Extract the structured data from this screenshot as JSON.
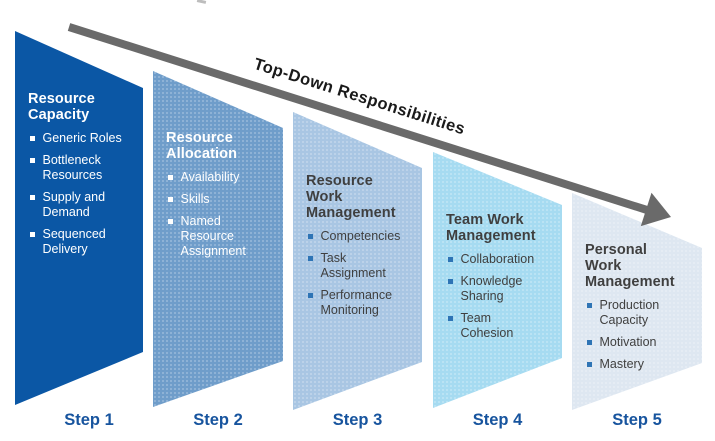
{
  "heading": {
    "text": "Top-Down Responsibilities"
  },
  "ui": {
    "background": "#FFFFFF",
    "arrow_color": "#6A6A6A",
    "heading_color": "#1A1A1A",
    "step_label_color": "#17549E"
  },
  "steps": [
    {
      "label": "Step 1",
      "title": "Resource\nCapacity",
      "bullets": [
        "Generic Roles",
        "Bottleneck\nResources",
        "Supply and\nDemand",
        "Sequenced\nDelivery"
      ],
      "color": "#0B57A5",
      "text_color": "#FFFFFF",
      "bullet_color": "#FFFFFF"
    },
    {
      "label": "Step 2",
      "title": "Resource\nAllocation",
      "bullets": [
        "Availability",
        "Skills",
        "Named\nResource\nAssignment"
      ],
      "color": "#6F9DCA",
      "text_color": "#FFFFFF",
      "bullet_color": "#FFFFFF"
    },
    {
      "label": "Step 3",
      "title": "Resource\nWork\nManagement",
      "bullets": [
        "Competencies",
        "Task\nAssignment",
        "Performance\nMonitoring"
      ],
      "color": "#A9C6E3",
      "text_color": "#3F3F3F",
      "bullet_color": "#2E74B5"
    },
    {
      "label": "Step 4",
      "title": "Team Work\nManagement",
      "bullets": [
        "Collaboration",
        "Knowledge\nSharing",
        "Team\nCohesion"
      ],
      "color": "#A6DBF1",
      "text_color": "#3F3F3F",
      "bullet_color": "#2E74B5"
    },
    {
      "label": "Step 5",
      "title": "Personal\nWork\nManagement",
      "bullets": [
        "Production\nCapacity",
        "Motivation",
        "Mastery"
      ],
      "color": "#DEE7F1",
      "text_color": "#3F3F3F",
      "bullet_color": "#2E74B5"
    }
  ]
}
